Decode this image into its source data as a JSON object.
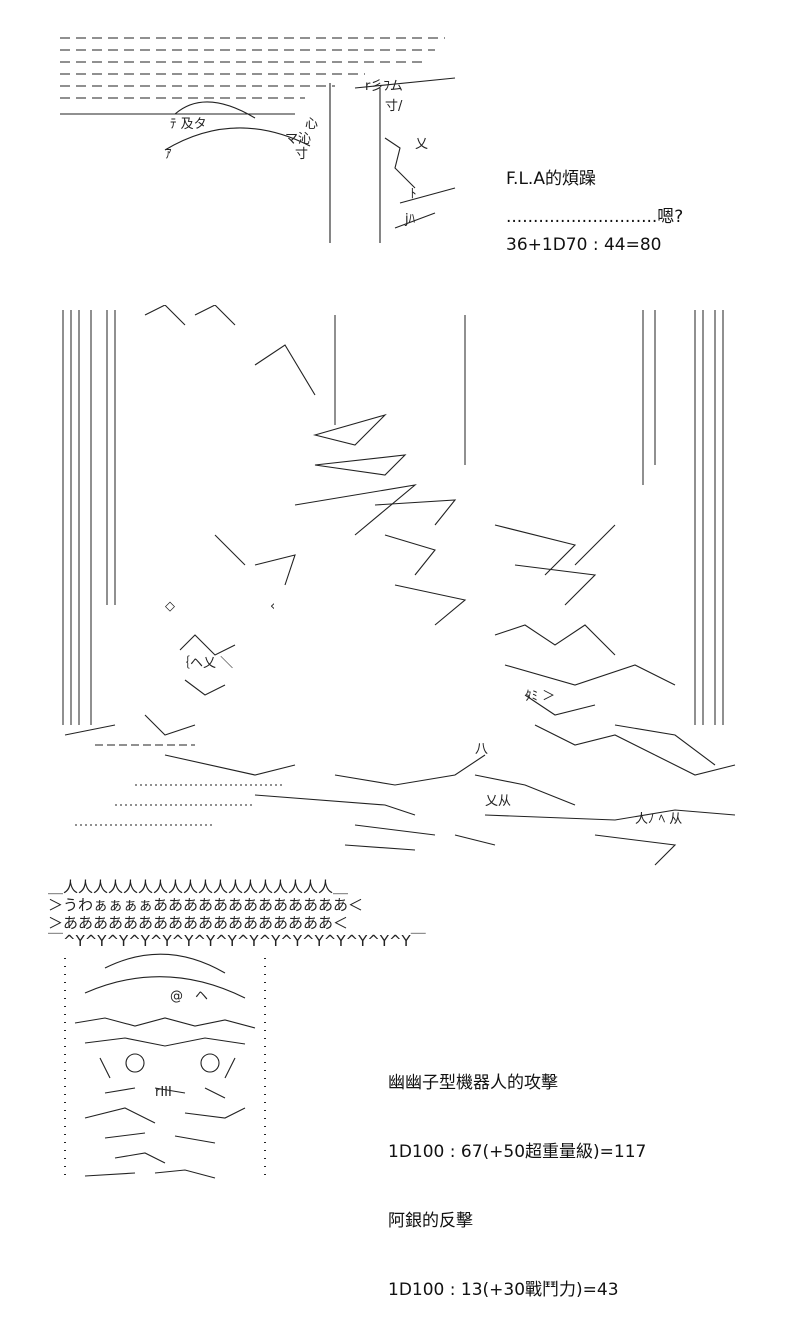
{
  "top_caption": {
    "lines": [
      "F.L.A的煩躁",
      "36+1D70 : 44=80"
    ],
    "remark": "............................嗯?"
  },
  "shout_lines": [
    "＿人人人人人人人人人人人人人人人人人人＿",
    "＞うわぁぁぁぁあああああああああああああ＜",
    "＞ああああああああああああああああああ＜",
    "￣^Y^Y^Y^Y^Y^Y^Y^Y^Y^Y^Y^Y^Y^Y^Y^Y￣"
  ],
  "bottom_caption": {
    "lines": [
      "幽幽子型機器人的攻擊",
      "1D100 : 67(+50超重量級)=117",
      "阿銀的反擊",
      "1D100 : 13(+30戰鬥力)=43"
    ]
  }
}
